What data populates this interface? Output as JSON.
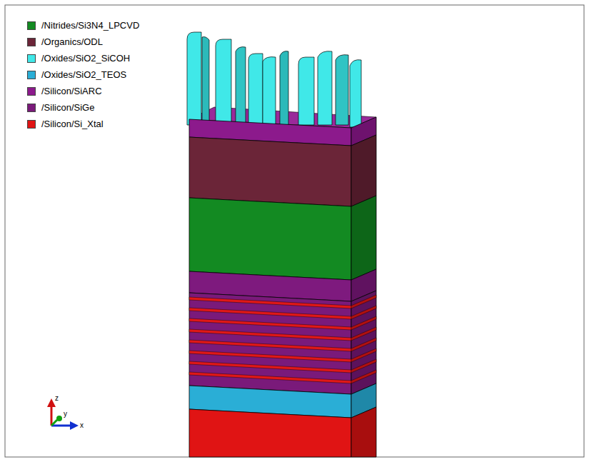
{
  "diagram": {
    "labels": [
      "z",
      "y",
      "x"
    ],
    "legend": [
      {
        "text": "/Nitrides/Si3N4_LPCVD",
        "color": "#138a22"
      },
      {
        "text": "/Organics/ODL",
        "color": "#6b2538"
      },
      {
        "text": "/Oxides/SiO2_SiCOH",
        "color": "#40e8e8"
      },
      {
        "text": "/Oxides/SiO2_TEOS",
        "color": "#2aaed6"
      },
      {
        "text": "/Silicon/SiARC",
        "color": "#8c1a8c"
      },
      {
        "text": "/Silicon/SiGe",
        "color": "#7a1a7a"
      },
      {
        "text": "/Silicon/Si_Xtal",
        "color": "#e01414"
      }
    ]
  }
}
